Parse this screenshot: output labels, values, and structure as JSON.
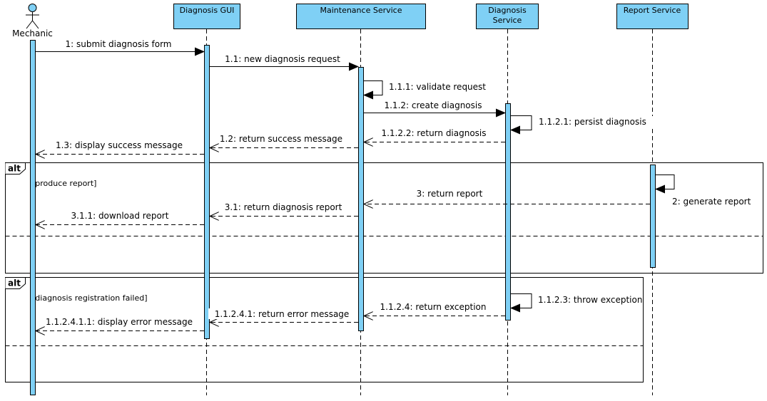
{
  "colors": {
    "participant_fill": "#7fd0f5",
    "activation_fill": "#7fd0f5",
    "line": "#000000",
    "background": "#ffffff"
  },
  "participants": {
    "mechanic": {
      "label": "Mechanic",
      "icon": "actor-stick-figure-icon"
    },
    "gui": {
      "label": "Diagnosis GUI"
    },
    "maintenance": {
      "label": "Maintenance Service"
    },
    "diagnosis": {
      "label_line1": "Diagnosis",
      "label_line2": "Service"
    },
    "report": {
      "label": "Report Service"
    }
  },
  "messages": {
    "m1": "1: submit diagnosis form",
    "m1_1": "1.1: new diagnosis request",
    "m1_1_1": "1.1.1: validate request",
    "m1_1_2": "1.1.2: create diagnosis",
    "m1_1_2_1": "1.1.2.1: persist diagnosis",
    "m1_1_2_2": "1.1.2.2: return diagnosis",
    "m1_2": "1.2: return success message",
    "m1_3": "1.3: display success message",
    "m2": "2: generate report",
    "m3": "3: return report",
    "m3_1": "3.1: return diagnosis report",
    "m3_1_1": "3.1.1: download report",
    "m1_1_2_3": "1.1.2.3: throw exception",
    "m1_1_2_4": "1.1.2.4: return exception",
    "m1_1_2_4_1": "1.1.2.4.1: return error message",
    "m1_1_2_4_1_1": "1.1.2.4.1.1: display error message"
  },
  "fragments": {
    "alt1": {
      "operator": "alt",
      "guard": "[produce report]"
    },
    "alt2": {
      "operator": "alt",
      "guard": "[diagnosis registration failed]"
    }
  }
}
